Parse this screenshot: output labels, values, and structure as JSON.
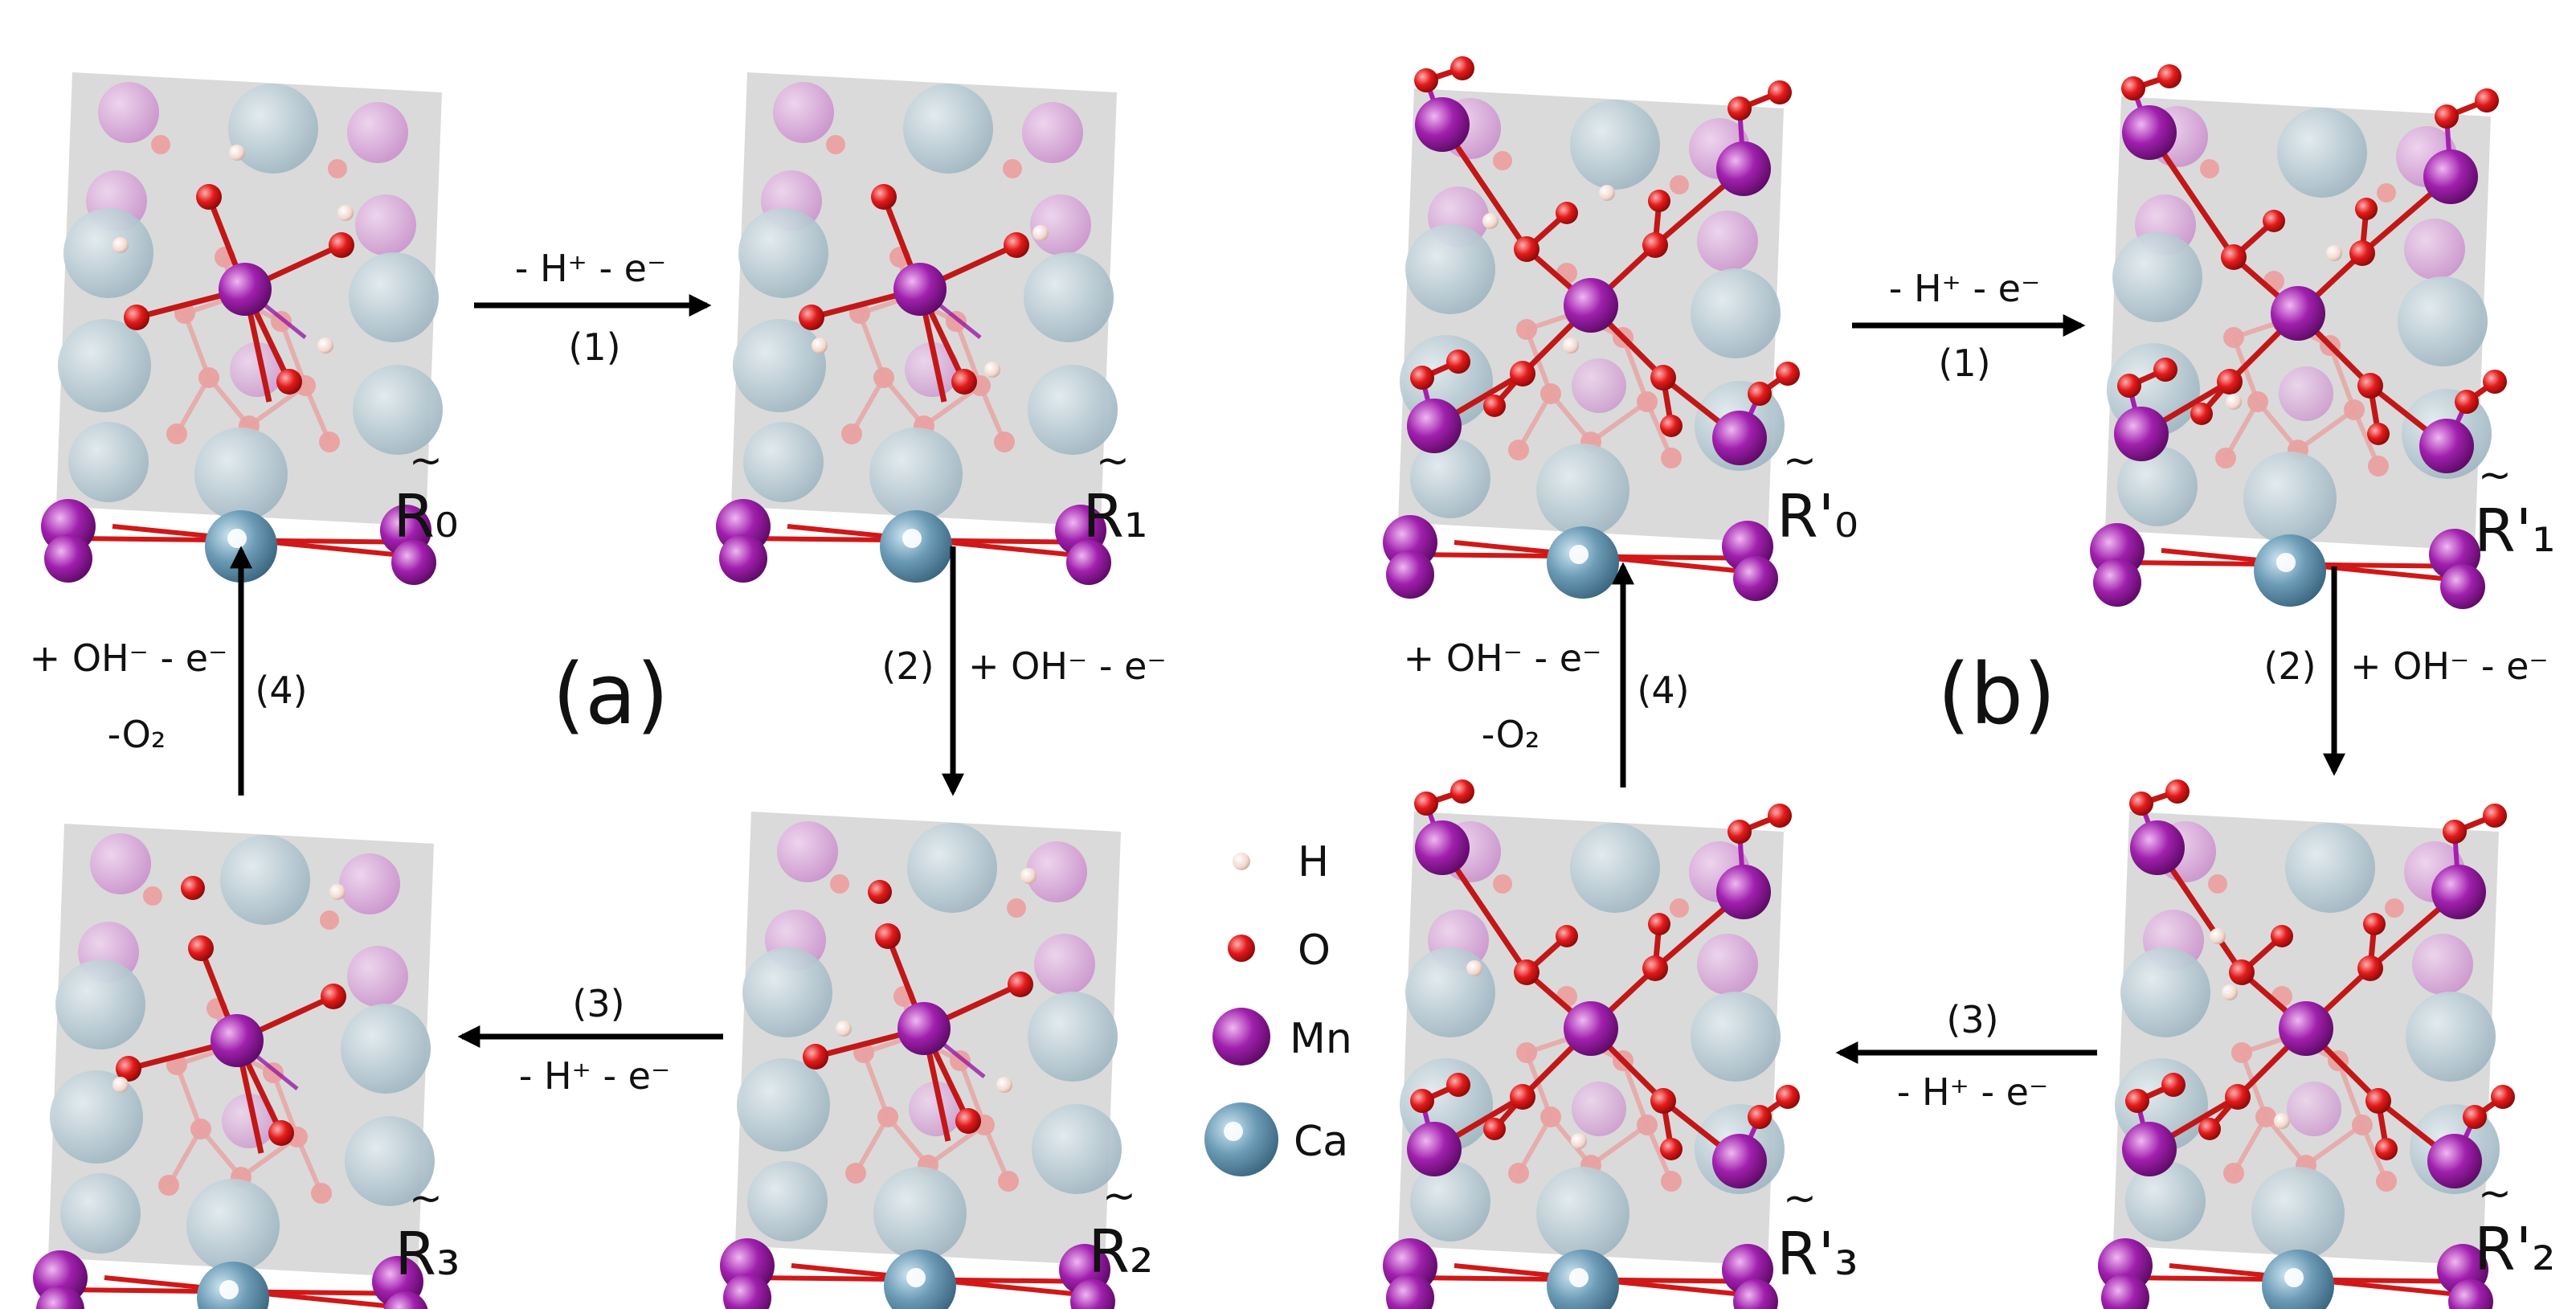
{
  "panels": {
    "a": {
      "label": "(a)",
      "states": [
        "R₀",
        "R₁",
        "R₂",
        "R₃"
      ],
      "steps": {
        "s1": {
          "number": "(1)",
          "text": "- H⁺ - e⁻"
        },
        "s2": {
          "number": "(2)",
          "text": "+ OH⁻ - e⁻"
        },
        "s3": {
          "number": "(3)",
          "text": "- H⁺ - e⁻"
        },
        "s4": {
          "number": "(4)",
          "text": "+ OH⁻ - e⁻",
          "text2": "-O₂"
        }
      }
    },
    "b": {
      "label": "(b)",
      "states": [
        "R'₀",
        "R'₁",
        "R'₂",
        "R'₃"
      ],
      "steps": {
        "s1": {
          "number": "(1)",
          "text": "- H⁺ - e⁻"
        },
        "s2": {
          "number": "(2)",
          "text": "+ OH⁻ - e⁻"
        },
        "s3": {
          "number": "(3)",
          "text": "- H⁺ - e⁻"
        },
        "s4": {
          "number": "(4)",
          "text": "+ OH⁻ - e⁻",
          "text2": "-O₂"
        }
      }
    }
  },
  "state_marker": "~",
  "legend": [
    {
      "symbol": "H",
      "color": "#f0d6cc"
    },
    {
      "symbol": "O",
      "color": "#e02020"
    },
    {
      "symbol": "Mn",
      "color": "#9b1aa6"
    },
    {
      "symbol": "Ca",
      "color": "#5b8faa"
    }
  ],
  "colors": {
    "slab": "#d9d9d9",
    "ca_faded": "#b8c9d1",
    "mn_faded": "#d79fd8",
    "o_faded": "#eea0a0",
    "bond": "#d81b1b",
    "arrow": "#000000"
  }
}
